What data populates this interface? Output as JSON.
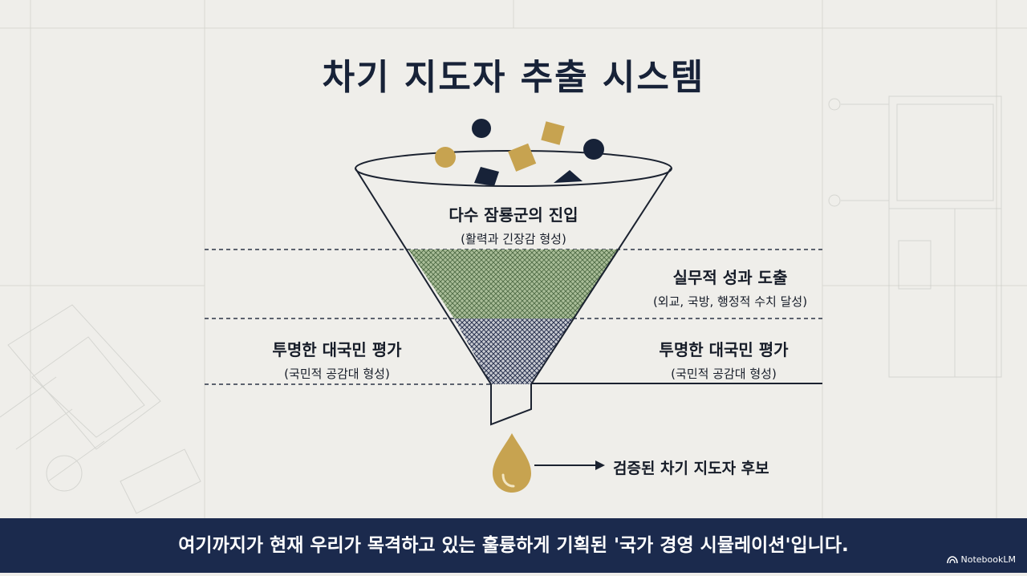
{
  "title": "차기 지도자 추출 시스템",
  "stages": [
    {
      "label": "다수 잠룡군의 진입",
      "sub": "(활력과 긴장감 형성)"
    },
    {
      "label": "실무적 성과 도출",
      "sub": "(외교, 국방, 행정적 수치 달성)"
    },
    {
      "label": "투명한 대국민 평가",
      "sub": "(국민적 공감대 형성)"
    },
    {
      "label": "투명한 대국민 평가",
      "sub": "(국민적 공감대 형성)"
    }
  ],
  "output_label": "검증된 차기 지도자 후보",
  "caption": "여기까지가 현재 우리가 목격하고 있는 훌륭하게 기획된 '국가 경영 시뮬레이션'입니다.",
  "brand": "NotebookLM",
  "colors": {
    "navy": "#172238",
    "gold": "#c7a350",
    "green": "#7c9a6a",
    "caption_bg": "#1b2a4d",
    "background": "#efeeea"
  }
}
